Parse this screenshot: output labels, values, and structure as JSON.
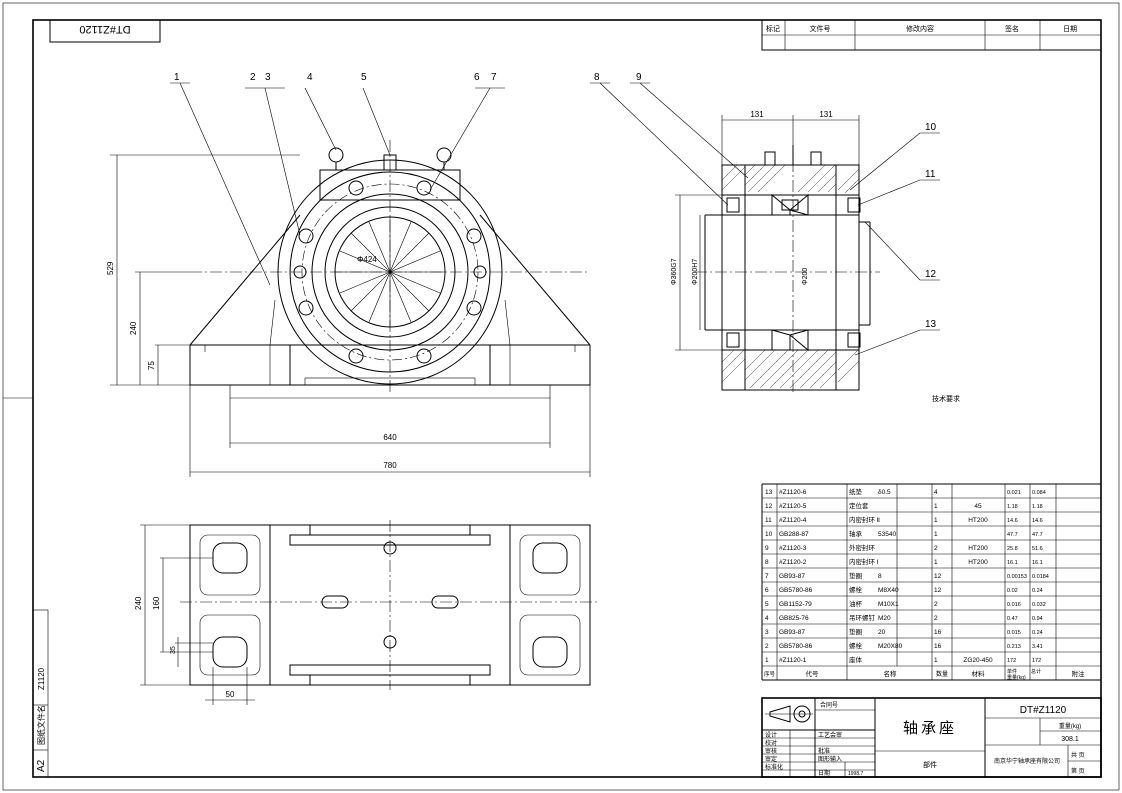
{
  "drawing": {
    "code_box_rotated": "DT#Z1120",
    "side_code": "Z1120",
    "side_label": "图纸文件名",
    "sheet_size": "A2",
    "notes_label": "技术要求"
  },
  "revision_block": {
    "headers": [
      "标记",
      "文件号",
      "修改内容",
      "签名",
      "日期"
    ]
  },
  "front_view": {
    "callouts": [
      "1",
      "2",
      "3",
      "4",
      "5",
      "6",
      "7"
    ],
    "dims": {
      "overall_height": "529",
      "center_height": "240",
      "base_height": "75",
      "bolt_span": "640",
      "overall_width": "780",
      "bore_diameter": "Φ424"
    }
  },
  "side_view": {
    "callouts": [
      "8",
      "9",
      "10",
      "11",
      "12",
      "13"
    ],
    "dims": {
      "left_half": "131",
      "right_half": "131",
      "outer_dia": "Φ360G7",
      "bore_dia": "Φ200H7",
      "shaft_dia": "Φ200"
    }
  },
  "plan_view": {
    "dims": {
      "depth": "240",
      "bolt_pitch": "160",
      "slot": "35",
      "slot_len": "50"
    }
  },
  "parts_list": {
    "rows": [
      {
        "no": "13",
        "code": "#Z1120-6",
        "name": "纸垫",
        "spec": "δ0.5",
        "qty": "4",
        "mat": "",
        "unit": "0.021",
        "total": "0.084",
        "note": ""
      },
      {
        "no": "12",
        "code": "#Z1120-5",
        "name": "定位套",
        "spec": "",
        "qty": "1",
        "mat": "45",
        "unit": "1.18",
        "total": "1.18",
        "note": ""
      },
      {
        "no": "11",
        "code": "#Z1120-4",
        "name": "内密封环 Ⅱ",
        "spec": "",
        "qty": "1",
        "mat": "HT200",
        "unit": "14.6",
        "total": "14.6",
        "note": ""
      },
      {
        "no": "10",
        "code": "GB288-87",
        "name": "轴承",
        "spec": "53540",
        "qty": "1",
        "mat": "",
        "unit": "47.7",
        "total": "47.7",
        "note": ""
      },
      {
        "no": "9",
        "code": "#Z1120-3",
        "name": "外密封环",
        "spec": "",
        "qty": "2",
        "mat": "HT200",
        "unit": "25.8",
        "total": "51.6",
        "note": ""
      },
      {
        "no": "8",
        "code": "#Z1120-2",
        "name": "内密封环 Ⅰ",
        "spec": "",
        "qty": "1",
        "mat": "HT200",
        "unit": "16.1",
        "total": "16.1",
        "note": ""
      },
      {
        "no": "7",
        "code": "GB93-87",
        "name": "垫圈",
        "spec": "8",
        "qty": "12",
        "mat": "",
        "unit": "0.00153",
        "total": "0.0184",
        "note": ""
      },
      {
        "no": "6",
        "code": "GB5780-86",
        "name": "螺栓",
        "spec": "M8X40",
        "qty": "12",
        "mat": "",
        "unit": "0.02",
        "total": "0.24",
        "note": ""
      },
      {
        "no": "5",
        "code": "GB1152-79",
        "name": "油杯",
        "spec": "M10X1",
        "qty": "2",
        "mat": "",
        "unit": "0.016",
        "total": "0.032",
        "note": ""
      },
      {
        "no": "4",
        "code": "GB825-76",
        "name": "吊环螺钉",
        "spec": "M20",
        "qty": "2",
        "mat": "",
        "unit": "0.47",
        "total": "0.94",
        "note": ""
      },
      {
        "no": "3",
        "code": "GB93-87",
        "name": "垫圈",
        "spec": "20",
        "qty": "16",
        "mat": "",
        "unit": "0.015",
        "total": "0.24",
        "note": ""
      },
      {
        "no": "2",
        "code": "GB5780-86",
        "name": "螺栓",
        "spec": "M20X80",
        "qty": "16",
        "mat": "",
        "unit": "0.213",
        "total": "3.41",
        "note": ""
      },
      {
        "no": "1",
        "code": "#Z1120-1",
        "name": "座体",
        "spec": "",
        "qty": "1",
        "mat": "ZG20-450",
        "unit": "172",
        "total": "172",
        "note": ""
      }
    ],
    "header": {
      "no": "序号",
      "code": "代号",
      "name": "名称",
      "qty": "数量",
      "mat": "材料",
      "single": "单件",
      "total": "总计",
      "weight": "重量(kg)",
      "note": "附注"
    }
  },
  "title_block": {
    "contract": "合同号",
    "title": "轴承座",
    "drawing_no": "DT#Z1120",
    "weight_label": "重量(kg)",
    "weight_value": "308.1",
    "design": "设计",
    "check": "校对",
    "review": "审核",
    "standard": "标准化",
    "process": "工艺会审",
    "approve": "批准",
    "drawing_entry": "图形输入",
    "date": "日期",
    "date_value": "1998.7",
    "part_type": "部件",
    "company": "南京华宁轴承座有限公司",
    "total_sheets": "共 页",
    "sheet_no": "第 页",
    "reviser": "审定"
  }
}
